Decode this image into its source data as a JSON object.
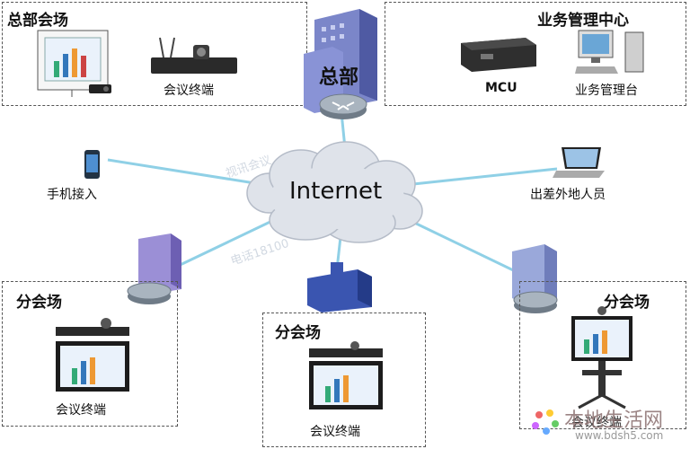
{
  "hq_meeting_label": "总部会场",
  "hq_terminal_label": "会议终端",
  "hq_building_label": "总部",
  "business_center_label": "业务管理中心",
  "mcu_label": "MCU",
  "business_console_label": "业务管理台",
  "internet_label": "Internet",
  "mobile_label": "手机接入",
  "traveler_label": "出差外地人员",
  "branch_left": {
    "title": "分会场",
    "terminal": "会议终端"
  },
  "branch_center": {
    "title": "分会场",
    "terminal": "会议终端"
  },
  "branch_right": {
    "title": "分会场",
    "terminal": "会议终端"
  },
  "watermark_lines": [
    "视讯会议",
    "电话18100"
  ],
  "site_logo": {
    "name": "本地生活网",
    "url": "www.bdsh5.com"
  },
  "colors": {
    "cloud": "#dfe3ea",
    "link": "#8fd0e6",
    "building": "#7b86c9",
    "router": "#9aa6b2"
  }
}
